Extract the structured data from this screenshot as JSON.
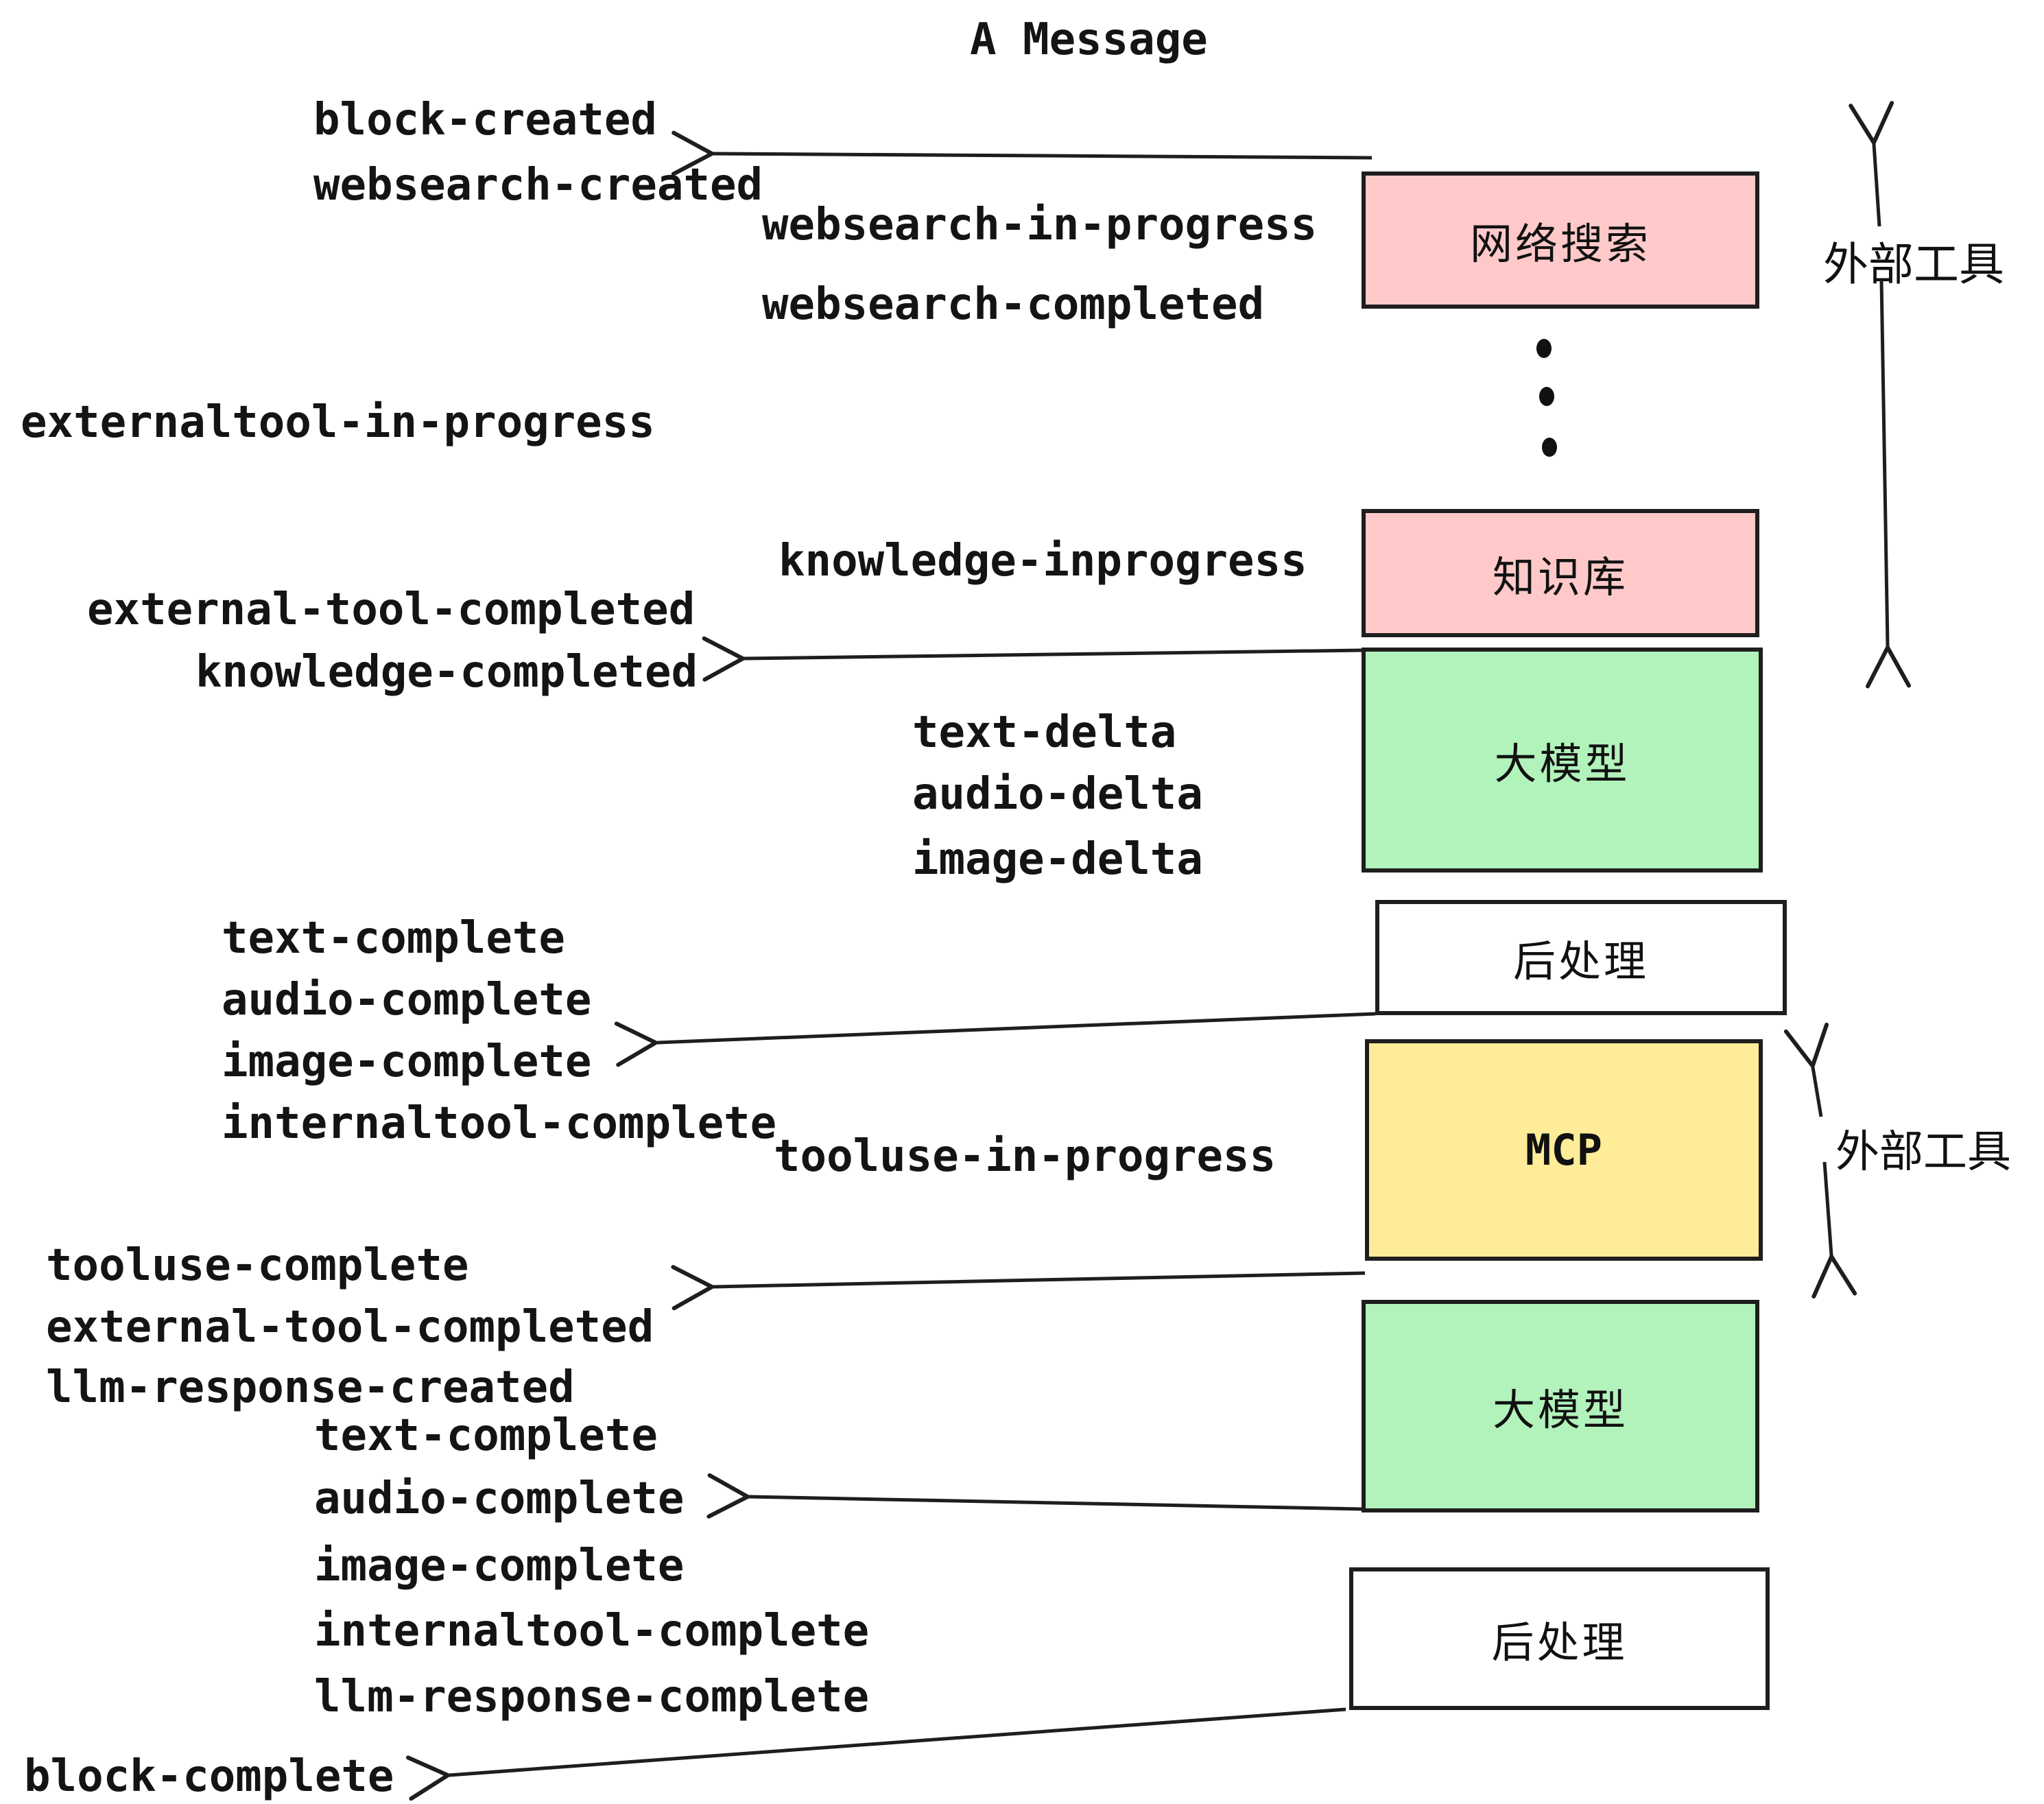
{
  "title": "A Message",
  "colors": {
    "pink": "#ffc9c9",
    "green": "#b2f2bb",
    "yellow": "#ffec99",
    "white": "#ffffff",
    "stroke": "#1e1e1e",
    "text": "#141414"
  },
  "boxes": [
    {
      "id": "websearch",
      "label": "网络搜索",
      "color": "#ffc9c9"
    },
    {
      "id": "knowledge",
      "label": "知识库",
      "color": "#ffc9c9"
    },
    {
      "id": "llm-1",
      "label": "大模型",
      "color": "#b2f2bb"
    },
    {
      "id": "post-1",
      "label": "后处理",
      "color": "#ffffff"
    },
    {
      "id": "mcp",
      "label": "MCP",
      "color": "#ffec99"
    },
    {
      "id": "llm-2",
      "label": "大模型",
      "color": "#b2f2bb"
    },
    {
      "id": "post-2",
      "label": "后处理",
      "color": "#ffffff"
    }
  ],
  "side_labels": [
    {
      "text": "外部工具"
    },
    {
      "text": "外部工具"
    }
  ],
  "events": [
    "block-created",
    "websearch-created",
    "websearch-in-progress",
    "websearch-completed",
    "externaltool-in-progress",
    "knowledge-inprogress",
    "external-tool-completed",
    "knowledge-completed",
    "text-delta",
    "audio-delta",
    "image-delta",
    "text-complete",
    "audio-complete",
    "image-complete",
    "internaltool-complete",
    "tooluse-in-progress",
    "tooluse-complete",
    "external-tool-completed",
    "llm-response-created",
    "text-complete",
    "audio-complete",
    "image-complete",
    "internaltool-complete",
    "llm-response-complete",
    "block-complete"
  ]
}
